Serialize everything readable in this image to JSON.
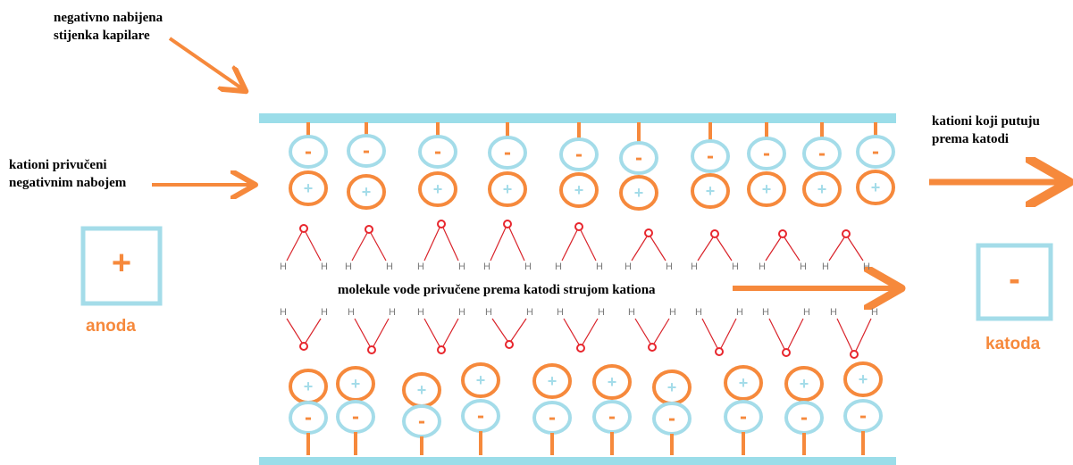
{
  "labels": {
    "wall": [
      "negativno nabijena",
      "stijenka kapilare"
    ],
    "attracted_cations": [
      "kationi privučeni",
      "negativnim nabojem"
    ],
    "moving_cations": [
      "kationi koji putuju",
      "prema katodi"
    ],
    "water_molecules": "molekule vode privučene prema katodi strujom kationa"
  },
  "anode": {
    "sign": "+",
    "name": "anoda"
  },
  "cathode": {
    "sign": "-",
    "name": "katoda"
  },
  "symbols": {
    "negative": "-",
    "positive": "+",
    "oxygen": "O",
    "hydrogen": "H"
  },
  "colors": {
    "wall": "#9bdde9",
    "orange": "#f6893c",
    "blue": "#a4dce9",
    "bond": "#d9232a",
    "oxygen": "#e8262d",
    "hydrogen": "#7a7a7a"
  },
  "counts": {
    "top_ion_pairs": 10,
    "upper_water_molecules": 9,
    "lower_water_molecules": 9,
    "bottom_ion_pairs": 10
  }
}
